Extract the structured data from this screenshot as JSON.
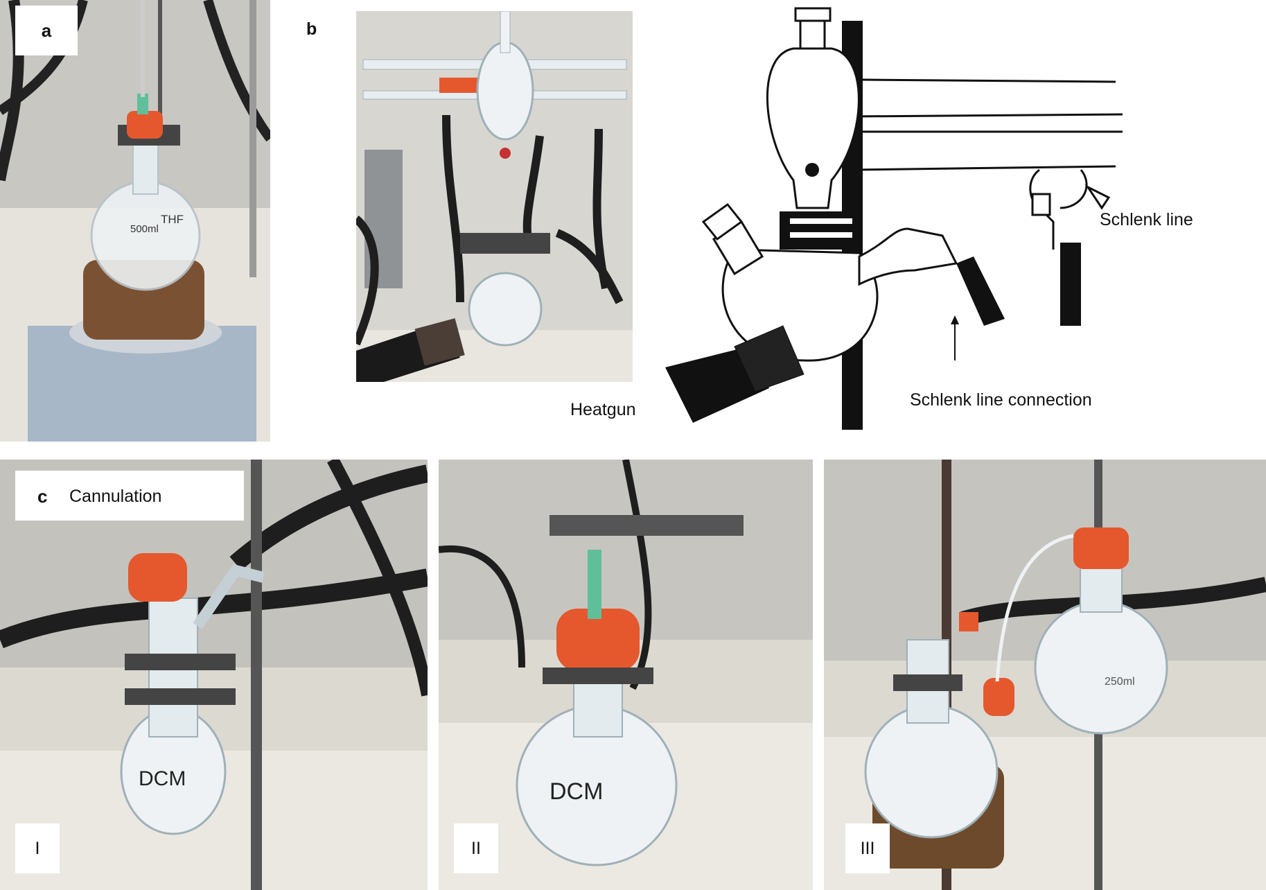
{
  "panels": {
    "a": {
      "letter": "a"
    },
    "b": {
      "letter": "b",
      "heatgun_label": "Heatgun",
      "schlenk_line_label": "Schlenk line",
      "connection_label": "Schlenk line connection"
    },
    "c": {
      "letter": "c",
      "title": "Cannulation",
      "sub_panels": [
        {
          "numeral": "I",
          "flask_text": "DCM"
        },
        {
          "numeral": "II",
          "flask_text": "DCM"
        },
        {
          "numeral": "III",
          "flask_text": "250ml"
        }
      ]
    },
    "a_flask_text": "THF",
    "a_flask_volume": "500ml"
  },
  "colors": {
    "stopper_orange": "#e5582e",
    "bench": "#e8e5df",
    "tubing": "#1e1e1e",
    "cork": "#6e4a2c"
  }
}
